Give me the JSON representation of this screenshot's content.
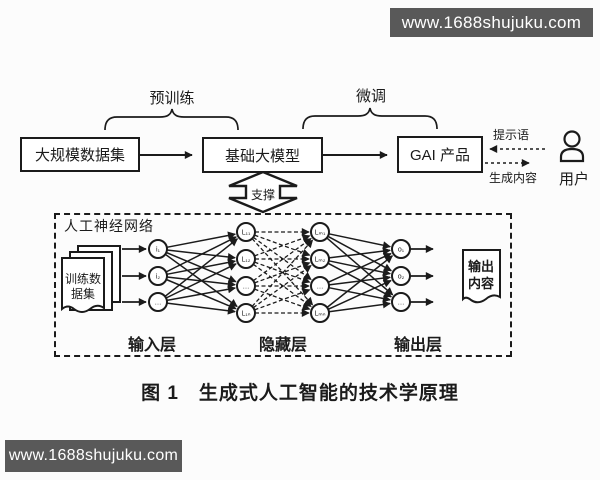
{
  "watermark_top": {
    "text": "www.1688shujuku.com"
  },
  "watermark_bottom": {
    "text": "www.1688shujuku.com"
  },
  "colors": {
    "watermark_bg": "#595959",
    "ink": "#1b1b1b",
    "background": "#fcfcfc"
  },
  "flow": {
    "pretrain_label": "预训练",
    "finetune_label": "微调",
    "dataset_box": "大规模数据集",
    "model_box": "基础大模型",
    "product_box": "GAI 产品",
    "support_label": "支撑",
    "prompt_label": "提示语",
    "generated_label": "生成内容",
    "user_label": "用户"
  },
  "network": {
    "title": "人工神经网络",
    "train_doc_line1": "训练数",
    "train_doc_line2": "据集",
    "output_doc_line1": "输出",
    "output_doc_line2": "内容",
    "input_layer_label": "输入层",
    "hidden_layer_label": "隐藏层",
    "output_layer_label": "输出层",
    "input_nodes": [
      "i₁",
      "i₂",
      "…"
    ],
    "hidden1_nodes": [
      "L₁₁",
      "L₁₂",
      "…",
      "L₁ₙ"
    ],
    "hidden2_nodes": [
      "Lₘ₁",
      "Lₘ₂",
      "…",
      "Lₘₙ"
    ],
    "output_nodes": [
      "o₁",
      "o₂",
      "…"
    ]
  },
  "caption": "图 1　生成式人工智能的技术学原理"
}
